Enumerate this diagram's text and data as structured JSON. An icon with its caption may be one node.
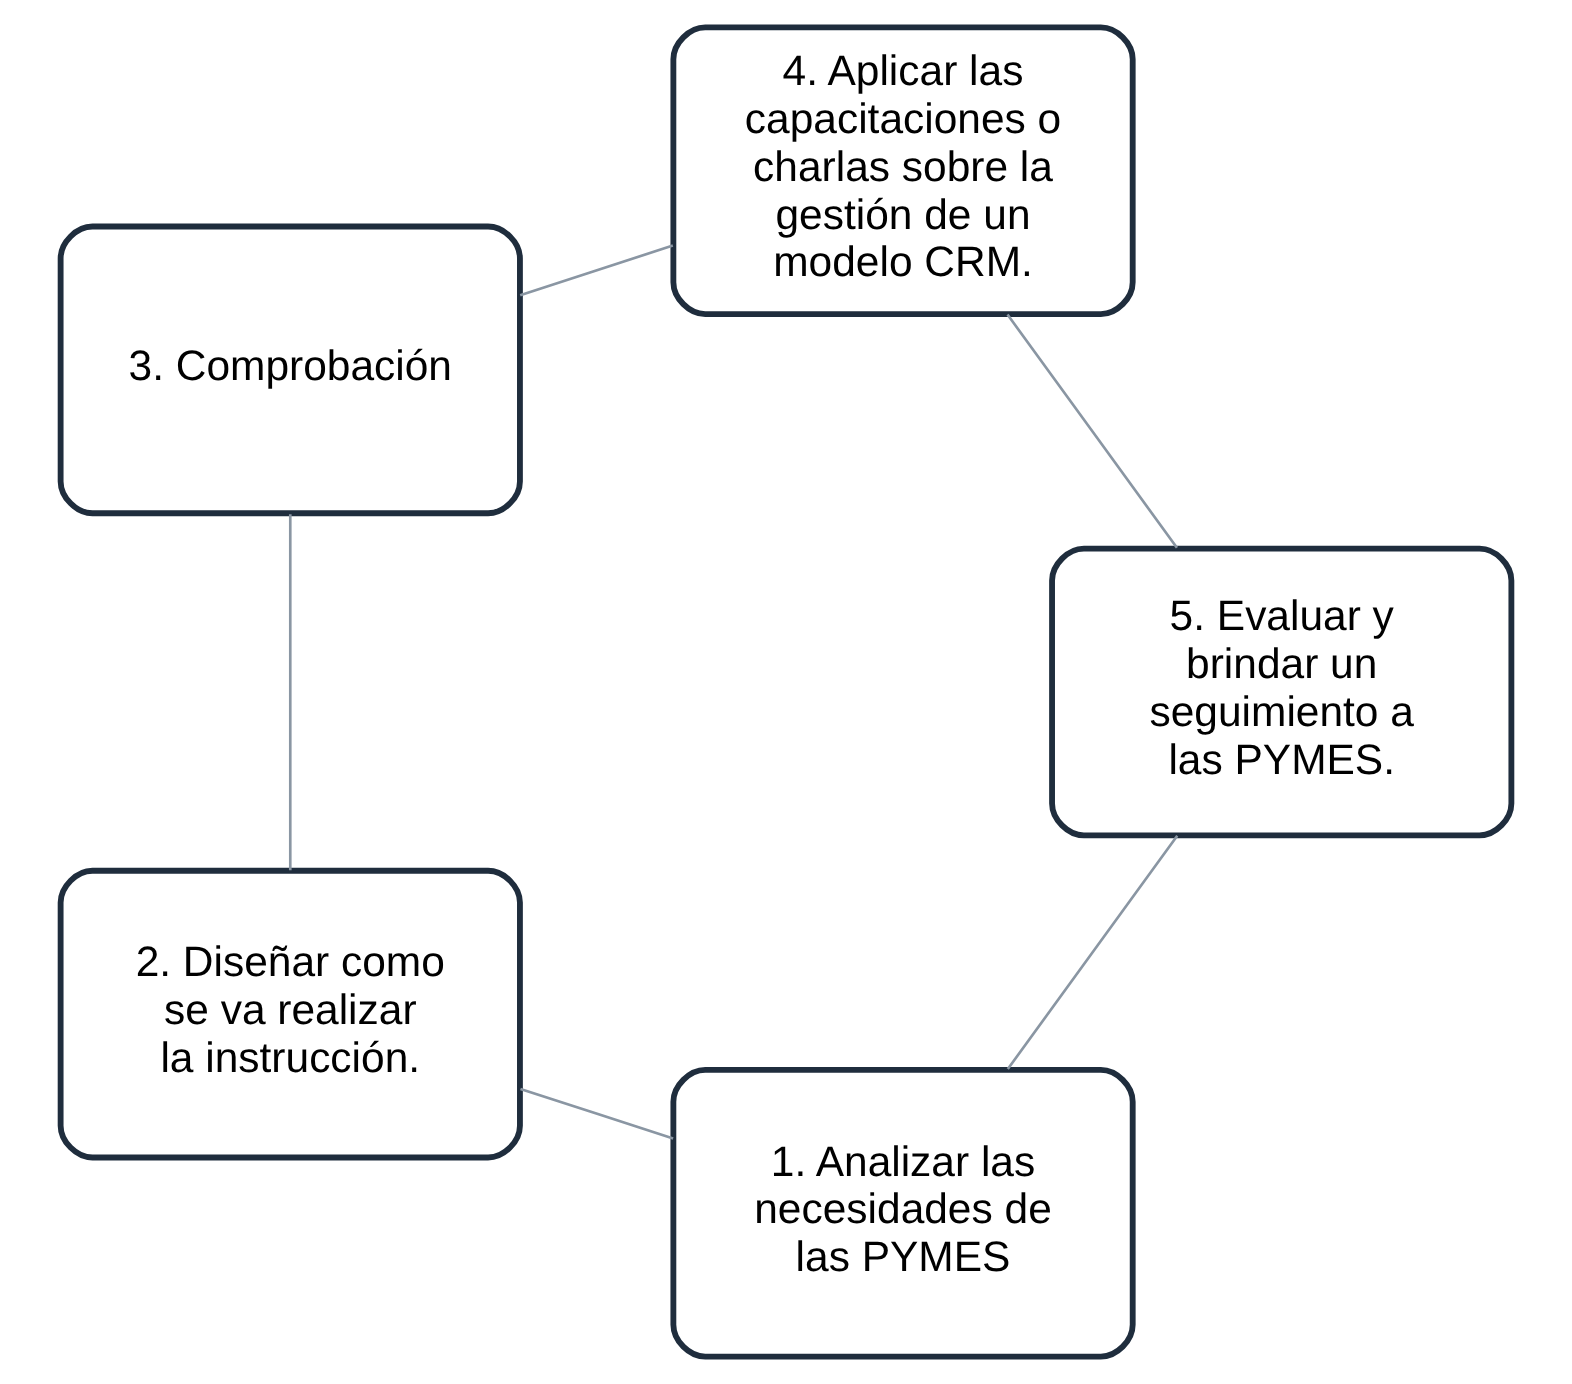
{
  "diagram": {
    "nodes": [
      {
        "text": [
          "1. Analizar las necesidades de las PYMES"
        ]
      },
      {
        "text": [
          "2. Diseñar como se va realizar la instrucción."
        ]
      },
      {
        "text": [
          "3. Comprobación"
        ]
      },
      {
        "text": [
          "4. Aplicar las capacitaciones o charlas sobre la gestión de un modelo CRM."
        ]
      },
      {
        "text": [
          "5. Evaluar y brindar un seguimiento a las PYMES."
        ]
      }
    ],
    "edges": [
      {
        "from": 0,
        "to": 1,
        "arrow": "none"
      },
      {
        "from": 1,
        "to": 2,
        "arrow": "none"
      },
      {
        "from": 2,
        "to": 3,
        "arrow": "none"
      },
      {
        "from": 3,
        "to": 4,
        "arrow": "none"
      },
      {
        "from": 4,
        "to": 0,
        "arrow": "none"
      }
    ]
  }
}
